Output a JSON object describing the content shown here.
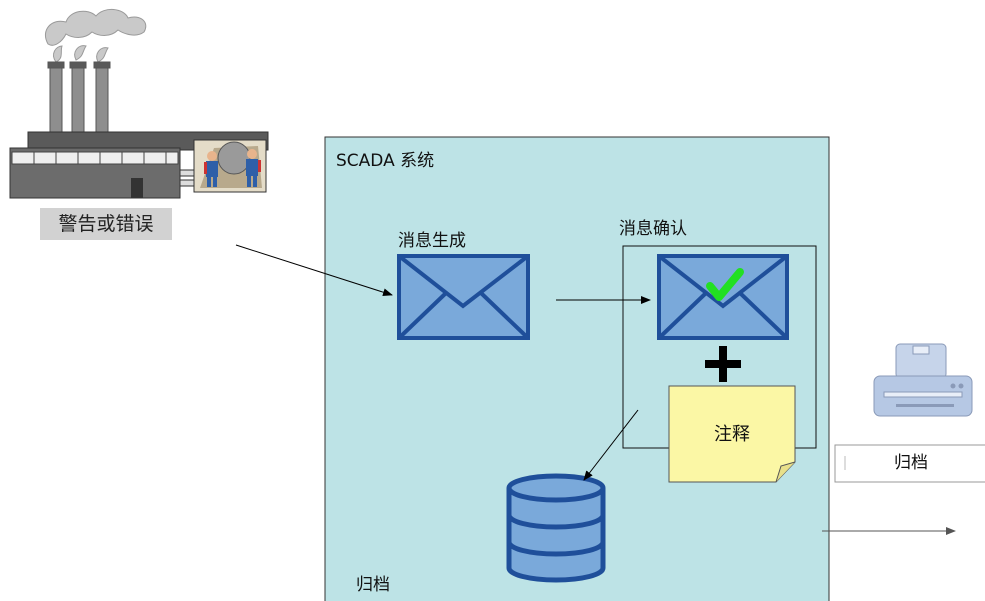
{
  "labels": {
    "warning": "警告或错误",
    "system": "SCADA 系统",
    "msg_generate": "消息生成",
    "msg_confirm": "消息确认",
    "plus": "+",
    "note": "注释",
    "archive_left": "归档",
    "archive_right": "归档"
  },
  "icons": {
    "factory": "factory-icon",
    "envelope_new": "envelope-icon",
    "envelope_ack": "envelope-check-icon",
    "database": "database-icon",
    "note": "sticky-note-icon",
    "printer": "printer-icon"
  },
  "colors": {
    "system_fill": "#bde3e6",
    "envelope_fill": "#7aa9da",
    "envelope_stroke": "#1f4f9a",
    "check": "#22e022",
    "note_fill": "#fbf7a5",
    "db_fill": "#7aa9da",
    "label_box": "#d2d2d2",
    "printer": "#b6c8e4"
  }
}
